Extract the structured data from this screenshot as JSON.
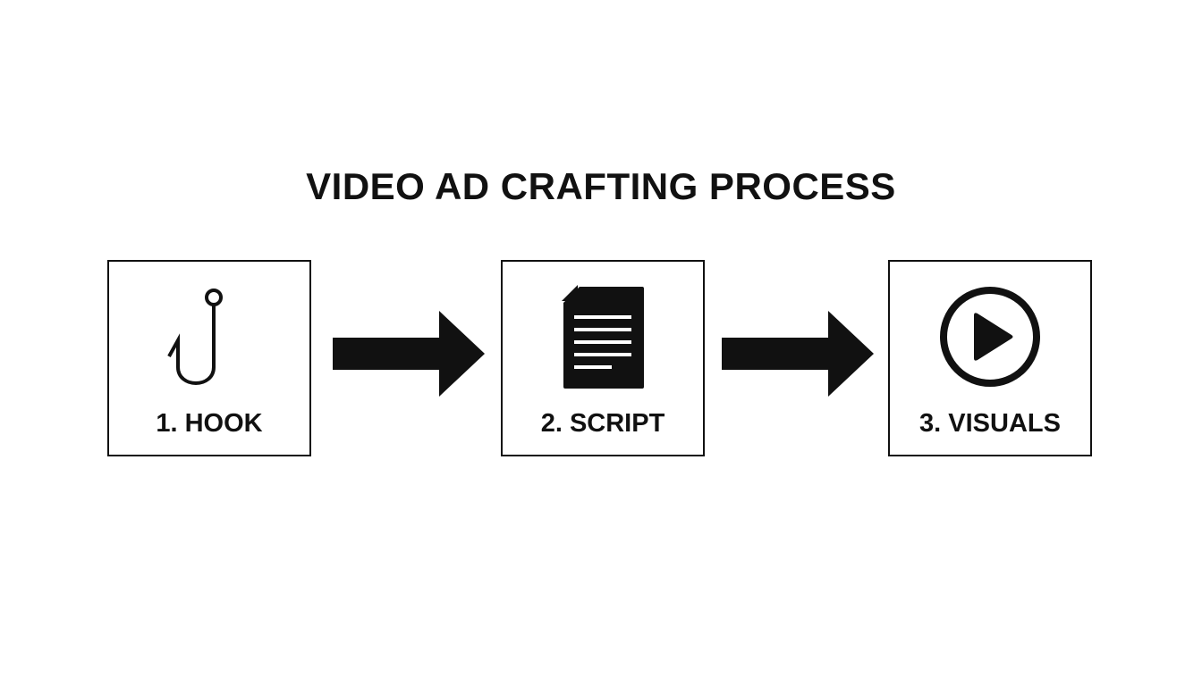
{
  "diagram": {
    "title": "VIDEO AD CRAFTING PROCESS",
    "steps": [
      {
        "label": "1. HOOK",
        "icon": "fish-hook-icon"
      },
      {
        "label": "2. SCRIPT",
        "icon": "document-icon"
      },
      {
        "label": "3. VISUALS",
        "icon": "play-circle-icon"
      }
    ],
    "colors": {
      "ink": "#111111",
      "background": "#ffffff"
    }
  }
}
